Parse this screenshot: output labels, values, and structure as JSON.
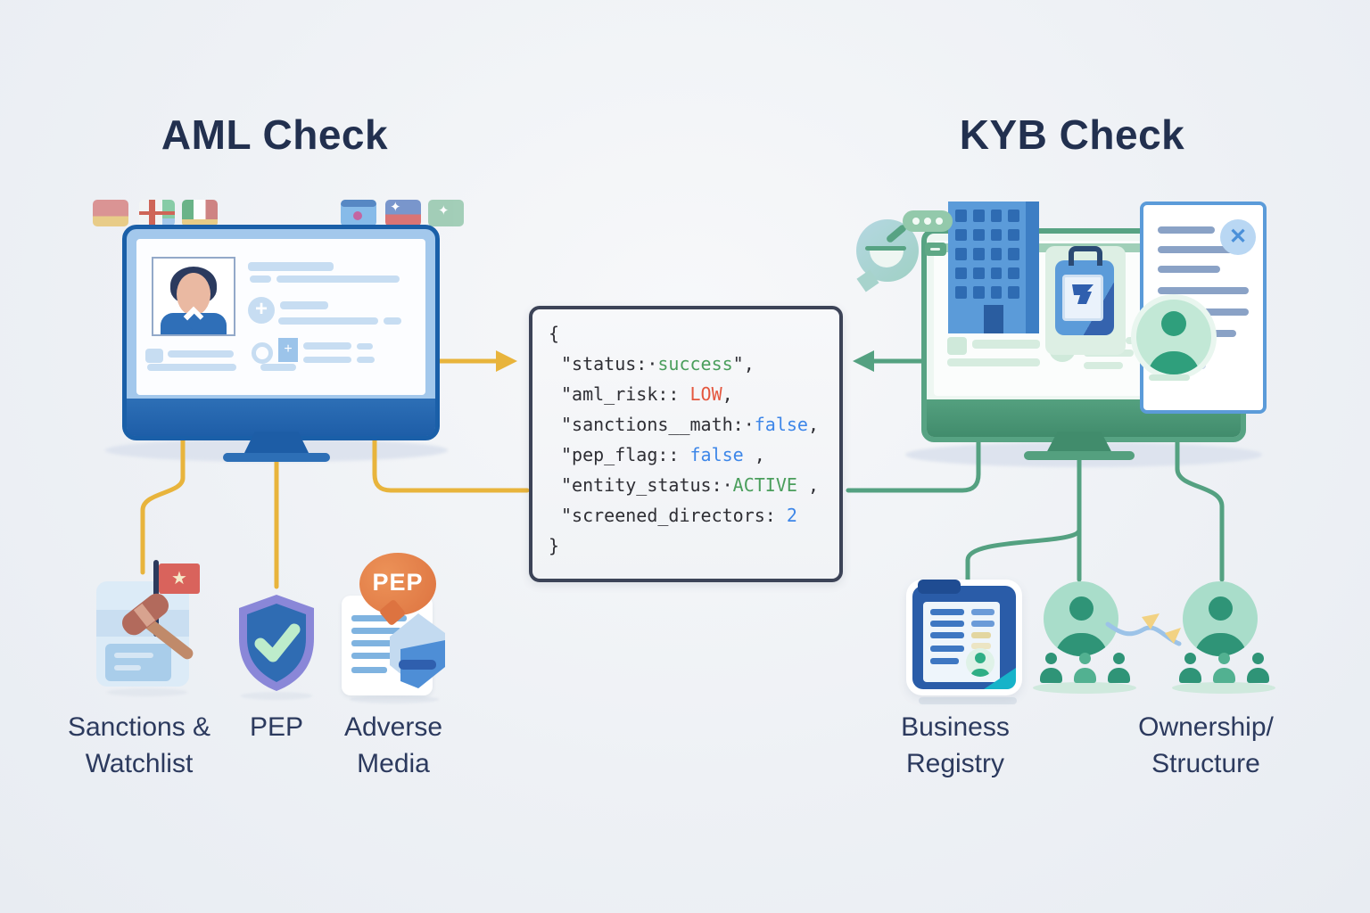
{
  "page": {
    "background": "#eef1f5"
  },
  "colors": {
    "title": "#22304f",
    "label": "#2c3a5e",
    "aml_accent": "#e8b43c",
    "kyb_accent": "#54a181",
    "code_border": "#3c4357",
    "code_bg": "#f5f6f8",
    "code_text": "#2e2e34",
    "code_green": "#4a9e5c",
    "code_red": "#e4573f",
    "code_blue": "#3d86e8"
  },
  "aml": {
    "title": "AML Check",
    "flags": [
      "flag-red-gold-icon",
      "flag-red-cross-icon",
      "flag-italy-icon",
      "flag-blue-dot-icon",
      "flag-star-stripe-icon",
      "flag-green-star-icon"
    ],
    "pep_badge": "PEP",
    "labels": {
      "sanctions": {
        "line1": "Sanctions &",
        "line2": "Watchlist"
      },
      "pep": {
        "line1": "PEP"
      },
      "adverse": {
        "line1": "Adverse",
        "line2": "Media"
      }
    },
    "icons": [
      "profile-monitor-icon",
      "gavel-document-icon",
      "red-flag-icon",
      "shield-check-icon",
      "pep-speech-bubble-icon",
      "news-document-icon"
    ]
  },
  "kyb": {
    "title": "KYB Check",
    "labels": {
      "business": {
        "line1": "Business",
        "line2": "Registry"
      },
      "ownership": {
        "line1": "Ownership/",
        "line2": "Structure"
      }
    },
    "icons": [
      "company-monitor-icon",
      "building-icon",
      "briefcase-icon",
      "document-x-icon",
      "person-avatar-icon",
      "speech-bubble-pen-icon",
      "typing-dots-icon",
      "registry-folder-icon",
      "org-chart-person-icon",
      "partnership-link-icon"
    ]
  },
  "code_block": {
    "open_brace": "{",
    "close_brace": "}",
    "lines": [
      {
        "pre": "\"status:·",
        "val": "success",
        "post": "\",",
        "color": "#4a9e5c"
      },
      {
        "pre": "\"aml_risk:: ",
        "val": "LOW",
        "post": ",",
        "color": "#e4573f"
      },
      {
        "pre": "\"sanctions__math:·",
        "val": "false",
        "post": ",",
        "color": "#3d86e8"
      },
      {
        "pre": "\"pep_flag:: ",
        "val": "false",
        "post": " ,",
        "color": "#3d86e8"
      },
      {
        "pre": "\"entity_status:·",
        "val": "ACTIVE",
        "post": " ,",
        "color": "#4a9e5c"
      },
      {
        "pre": "\"screened_directors: ",
        "val": "2",
        "post": "",
        "color": "#3d86e8"
      }
    ]
  }
}
